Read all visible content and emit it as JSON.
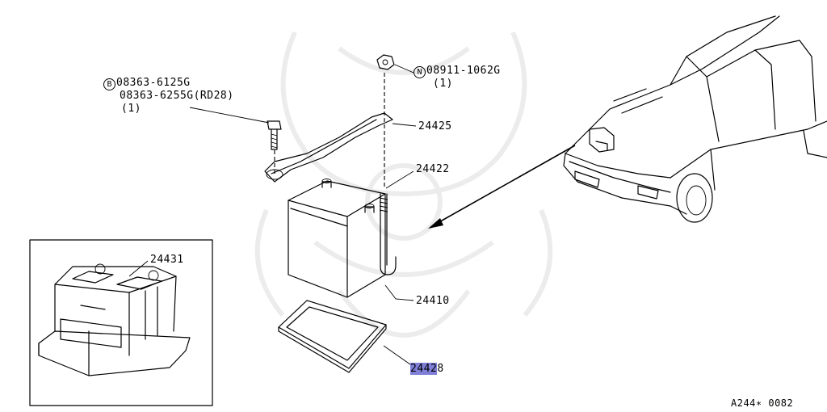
{
  "labels": {
    "bolt_badge": "B",
    "bolt_part_1": "08363-6125G",
    "bolt_part_2": "08363-6255G(RD28)",
    "bolt_qty": "(1)",
    "nut_badge": "N",
    "nut_part": "08911-1062G",
    "nut_qty": "(1)",
    "clamp": "24425",
    "rod": "24422",
    "battery": "24410",
    "tray": "24428",
    "cover": "24431",
    "diagram_id": "A244∗ 0082"
  },
  "highlight_color": "#7f7fd8"
}
